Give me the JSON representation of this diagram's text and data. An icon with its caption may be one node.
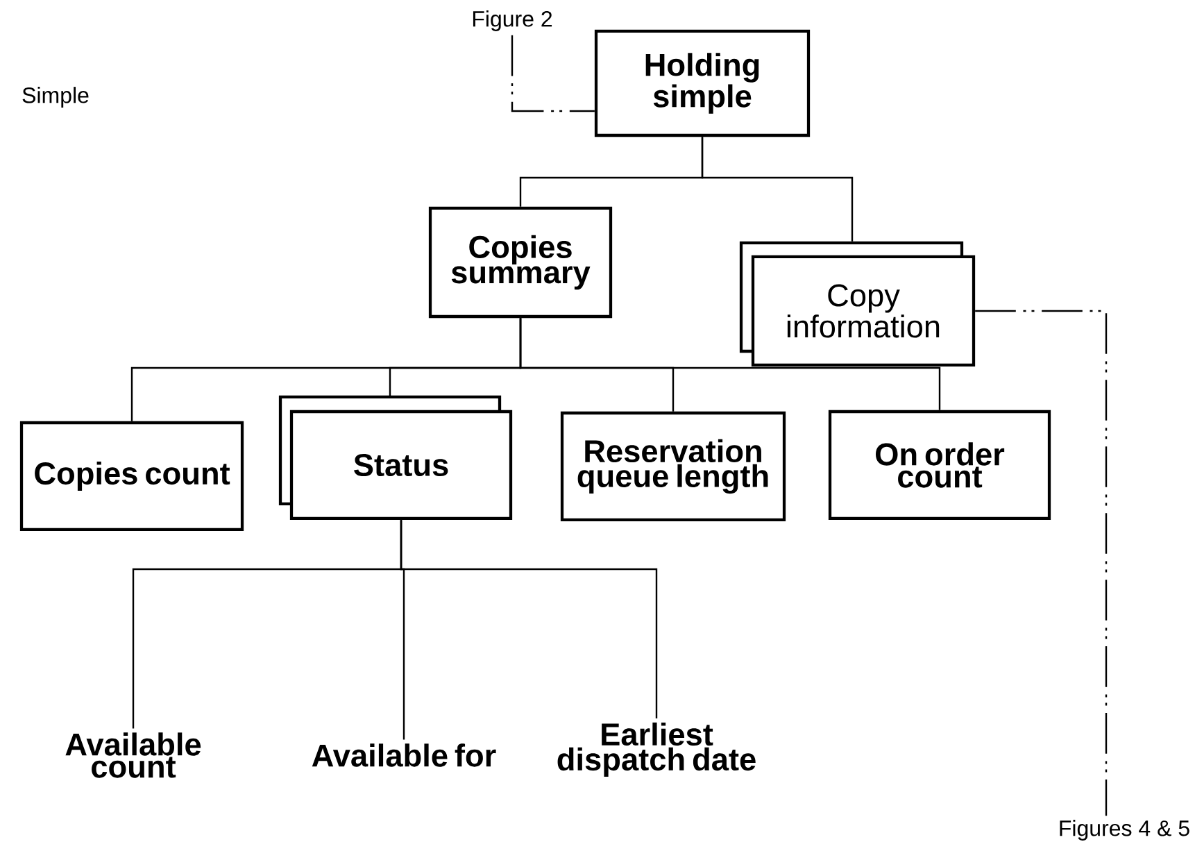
{
  "diagram": {
    "nodes": [
      {
        "text": [
          "Holding simple"
        ]
      },
      {
        "text": [
          "Copies summary"
        ]
      },
      {
        "text": [
          "Copy information"
        ]
      },
      {
        "text": [
          "Copies count"
        ]
      },
      {
        "text": [
          "Status"
        ]
      },
      {
        "text": [
          "Reservation queue length"
        ]
      },
      {
        "text": [
          "On order count"
        ]
      },
      {
        "text": [
          "Available count"
        ]
      },
      {
        "text": [
          "Available for"
        ]
      },
      {
        "text": [
          "Earliest dispatch date"
        ]
      },
      {
        "text": [
          "Figure 2"
        ]
      },
      {
        "text": [
          "Figures 4 & 5"
        ]
      }
    ],
    "edges": [
      {
        "from": 0,
        "to": 1,
        "arrow": "none"
      },
      {
        "from": 0,
        "to": 2,
        "arrow": "none"
      },
      {
        "from": 1,
        "to": 3,
        "arrow": "none"
      },
      {
        "from": 1,
        "to": 4,
        "arrow": "none"
      },
      {
        "from": 1,
        "to": 5,
        "arrow": "none"
      },
      {
        "from": 1,
        "to": 6,
        "arrow": "none"
      },
      {
        "from": 4,
        "to": 7,
        "arrow": "none"
      },
      {
        "from": 4,
        "to": 8,
        "arrow": "none"
      },
      {
        "from": 4,
        "to": 9,
        "arrow": "none"
      },
      {
        "from": 10,
        "to": 0,
        "arrow": "none",
        "style": "dashed"
      },
      {
        "from": 2,
        "to": 11,
        "arrow": "none",
        "style": "dashed"
      }
    ],
    "labels": [
      "Simple"
    ]
  }
}
